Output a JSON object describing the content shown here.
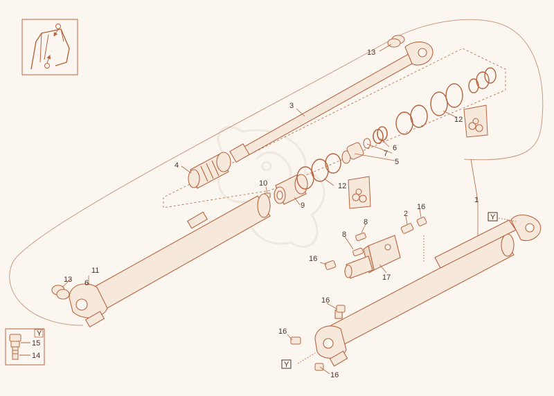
{
  "colors": {
    "background": "#fbf6ef",
    "line": "#b5643f",
    "fill": "#f6e9dc",
    "text": "#4a3226",
    "watermark": "#e7ddd3"
  },
  "callouts": {
    "c1": "1",
    "c2": "2",
    "c3": "3",
    "c4": "4",
    "c5": "5",
    "c6": "6",
    "c7": "7",
    "c8a": "8",
    "c8b": "8",
    "c9": "9",
    "c10": "10",
    "c11": "11",
    "c11sub": "6",
    "c12a": "12",
    "c12b": "12",
    "c13a": "13",
    "c13b": "13",
    "c14": "14",
    "c15": "15",
    "c16a": "16",
    "c16b": "16",
    "c16c": "16",
    "c16d": "16",
    "c16e": "16",
    "c17": "17"
  },
  "references": {
    "y_top": "Y",
    "y_bottom": "Y",
    "y_inset": "Y"
  },
  "icons": {
    "machine_locator": "excavator-boom-locator-icon",
    "seal_kit": "seal-kit-bag-icon",
    "watermark": "dragon-watermark-icon"
  }
}
